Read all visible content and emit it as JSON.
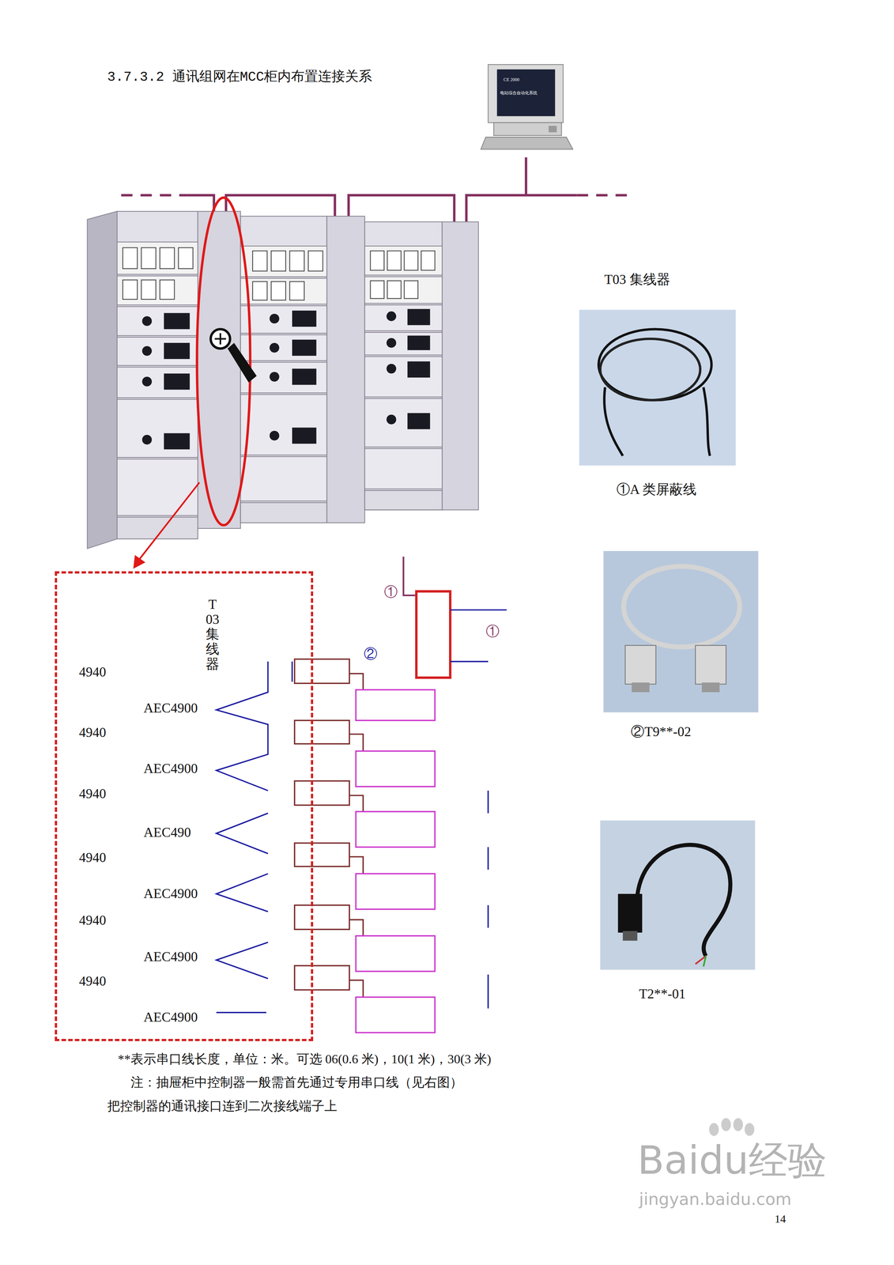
{
  "diagram": {
    "title": "3.7.3.2  通讯组网在MCC柜内布置连接关系",
    "nodes": [
      {
        "text": [
          "T03 集线器",
          "4940",
          "AEC4900",
          "4940",
          "AEC4900",
          "4940",
          "AEC490",
          "4940",
          "AEC4900",
          "4940",
          "AEC4900",
          "4940",
          "AEC4900"
        ]
      }
    ],
    "labels": [
      "CE 2000",
      "电站综合自动化系统",
      "T03 集线器",
      "①A 类屏蔽线",
      "①",
      "①",
      "②",
      "②T9**-02",
      "T2**-01",
      "**表示串口线长度，单位：米。可选 06(0.6 米)，10(1 米)，30(3 米)",
      "注：抽屉柜中控制器一般需首先通过专用串口线（见右图）",
      "把控制器的通讯接口连到二次接线端子上",
      "Baidu经验",
      "jingyan.baidu.com",
      "14"
    ]
  }
}
